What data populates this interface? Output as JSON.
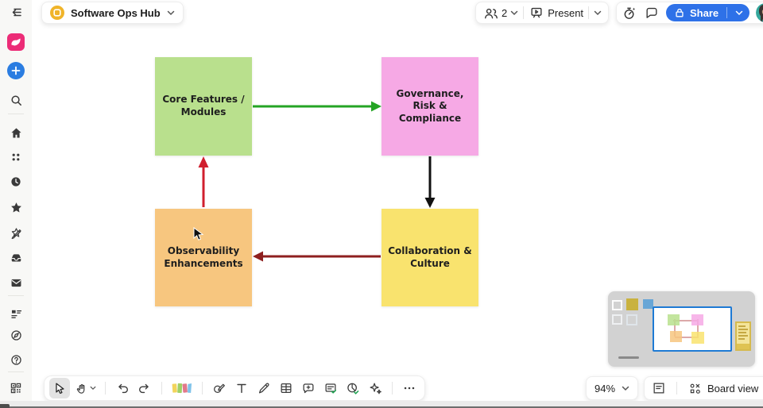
{
  "board": {
    "title": "Software Ops Hub"
  },
  "topbar": {
    "user_count": "2",
    "present_label": "Present",
    "share_label": "Share"
  },
  "colors": {
    "logo_pink": "#ec2c77",
    "board_icon_yellow": "#f0b429",
    "share_blue": "#2e71e8",
    "minimap_viewport_blue": "#1e7ad4"
  },
  "canvas": {
    "notes": [
      {
        "id": "core",
        "label": "Core Features / Modules",
        "color": "#b9e08d"
      },
      {
        "id": "grc",
        "label": "Governance, Risk & Compliance",
        "color": "#f6a9e5"
      },
      {
        "id": "obs",
        "label": "Observability Enhancements",
        "color": "#f7c67f"
      },
      {
        "id": "collab",
        "label": "Collaboration & Culture",
        "color": "#f9e36e"
      }
    ],
    "connectors": [
      {
        "from": "core",
        "to": "grc",
        "direction": "right",
        "color": "#24a424"
      },
      {
        "from": "grc",
        "to": "collab",
        "direction": "down",
        "color": "#111111"
      },
      {
        "from": "collab",
        "to": "obs",
        "direction": "left",
        "color": "#8e1f1f"
      },
      {
        "from": "obs",
        "to": "core",
        "direction": "up",
        "color": "#d01f2e"
      }
    ]
  },
  "controls": {
    "zoom_level": "94%",
    "view_label": "Board view"
  }
}
